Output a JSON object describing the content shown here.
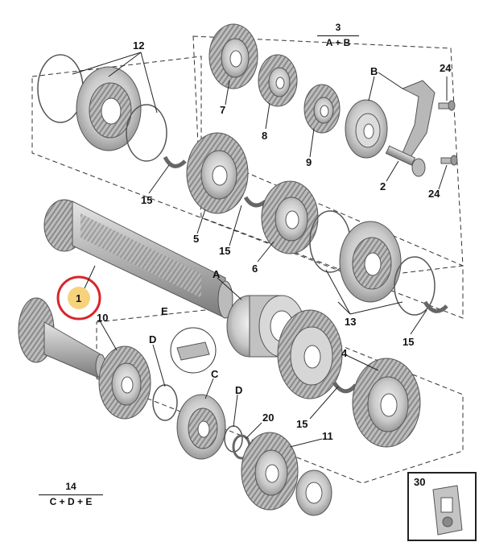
{
  "labels": {
    "l1": "1",
    "l2": "2",
    "l3_top": "3",
    "l3_bottom": "A + B",
    "l4": "4",
    "l5": "5",
    "l6": "6",
    "l7": "7",
    "l8": "8",
    "l9": "9",
    "l10": "10",
    "l11": "11",
    "l12": "12",
    "l13": "13",
    "l14_top": "14",
    "l14_bottom": "C + D + E",
    "l15a": "15",
    "l15b": "15",
    "l15c": "15",
    "l15d": "15",
    "l20": "20",
    "l24a": "24",
    "l24b": "24",
    "lA": "A",
    "lB": "B",
    "lC": "C",
    "lDa": "D",
    "lDb": "D",
    "lE": "E",
    "l30": "30"
  },
  "colors": {
    "highlight_circle": "#d8262a",
    "highlight_fill": "#f7d27c",
    "part_gray": "#c8c8c8",
    "part_dark": "#7a7a7a",
    "line": "#222222"
  }
}
